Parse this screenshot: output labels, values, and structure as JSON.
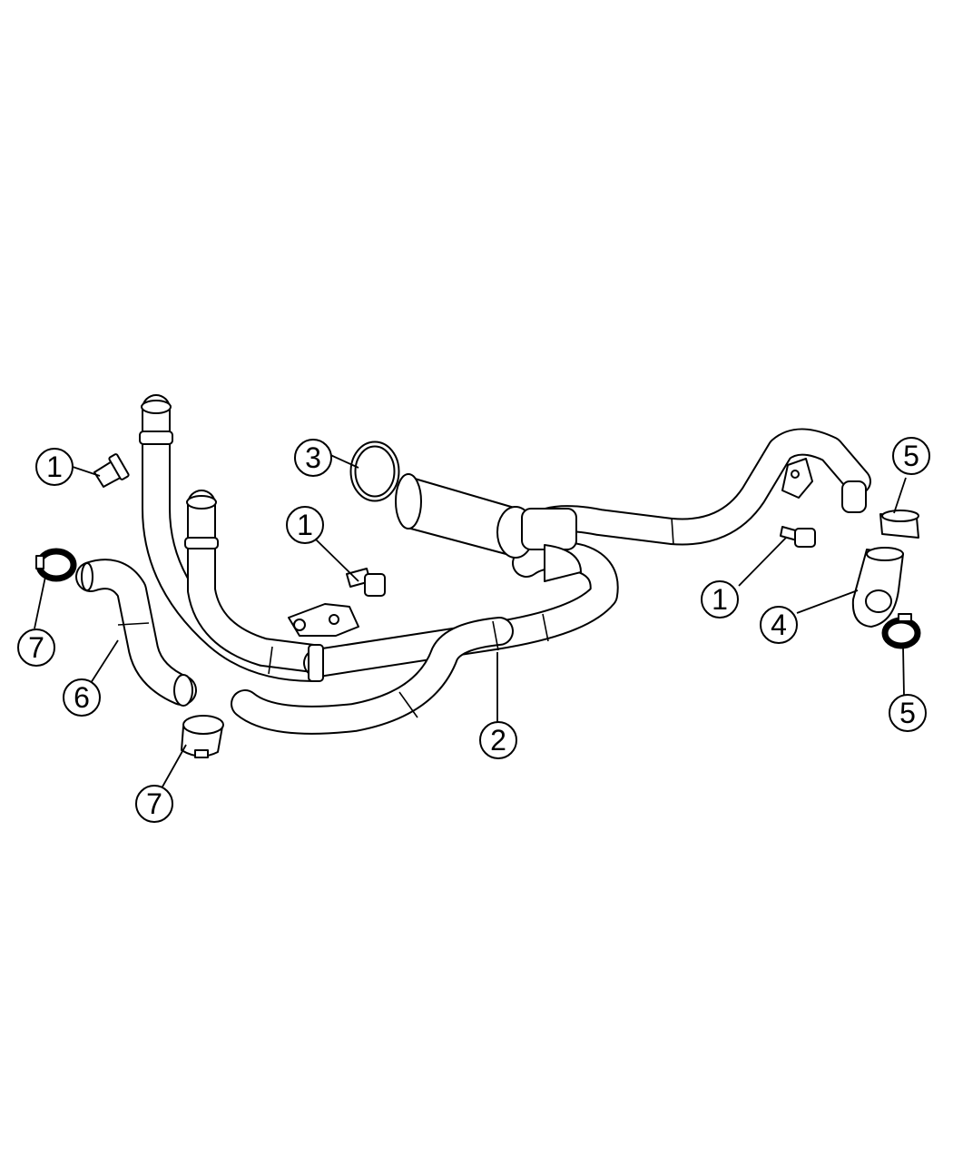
{
  "callouts": [
    {
      "id": "c1a",
      "label": "1"
    },
    {
      "id": "c1b",
      "label": "1"
    },
    {
      "id": "c1c",
      "label": "1"
    },
    {
      "id": "c2",
      "label": "2"
    },
    {
      "id": "c3",
      "label": "3"
    },
    {
      "id": "c4",
      "label": "4"
    },
    {
      "id": "c5a",
      "label": "5"
    },
    {
      "id": "c5b",
      "label": "5"
    },
    {
      "id": "c6",
      "label": "6"
    },
    {
      "id": "c7a",
      "label": "7"
    },
    {
      "id": "c7b",
      "label": "7"
    }
  ]
}
